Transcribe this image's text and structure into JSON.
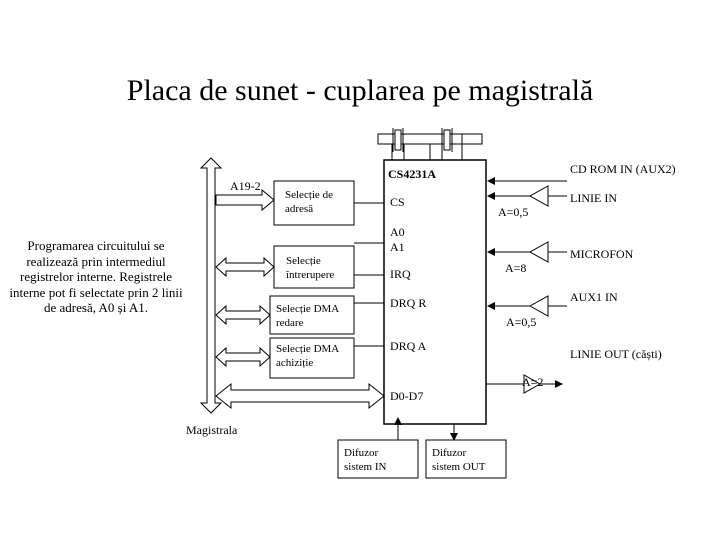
{
  "title": "Placa de sunet - cuplarea pe magistrală",
  "note": "Programarea circuitului se realizează prin intermediul registrelor interne. Registrele interne pot fi selectate prin 2 linii de adresă, A0 și A1.",
  "bus": {
    "label": "Magistrala",
    "address_label": "A19-2"
  },
  "blocks": {
    "address_select": [
      "Selecție de",
      "adresă"
    ],
    "interrupt_select": [
      "Selecție",
      "întrerupere"
    ],
    "dma_playback": [
      "Selecție DMA",
      "redare"
    ],
    "dma_capture": [
      "Selecție DMA",
      "achiziție"
    ]
  },
  "chip": {
    "name": "CS4231A",
    "pins": {
      "cs": "CS",
      "a0": "A0",
      "a1": "A1",
      "irq": "IRQ",
      "drqr": "DRQ R",
      "drqa": "DRQ A",
      "data": "D0-D7"
    }
  },
  "inputs": {
    "cdrom": "CD ROM IN (AUX2)",
    "line_in": "LINIE IN",
    "mic": "MICROFON",
    "aux1": "AUX1 IN",
    "line_out": "LINIE OUT (căști)"
  },
  "gains": {
    "line_in": "A=0,5",
    "mic": "A=8",
    "aux1": "A=0,5",
    "line_out": "A=2"
  },
  "speakers": {
    "in": [
      "Difuzor",
      "sistem IN"
    ],
    "out": [
      "Difuzor",
      "sistem OUT"
    ]
  }
}
